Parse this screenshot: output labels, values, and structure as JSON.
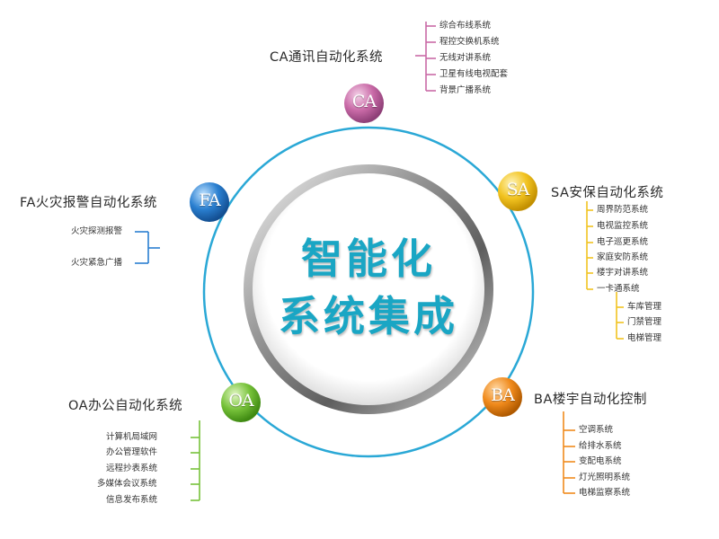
{
  "center": {
    "line1": "智能化",
    "line2": "系统集成"
  },
  "colors": {
    "ring": "#2aa8d6",
    "ca": "#c96aa7",
    "sa": "#f2c320",
    "fa": "#2a7fd0",
    "oa": "#77c23a",
    "ba": "#f08a1c",
    "text_center": "#1aa6c4"
  },
  "nodes": {
    "ca": {
      "badge": "CA",
      "title": "CA通讯自动化系统",
      "items": [
        "综合布线系统",
        "程控交换机系统",
        "无线对讲系统",
        "卫星有线电视配套",
        "背景广播系统"
      ]
    },
    "sa": {
      "badge": "SA",
      "title": "SA安保自动化系统",
      "items": [
        "周界防范系统",
        "电视监控系统",
        "电子巡更系统",
        "家庭安防系统",
        "楼宇对讲系统",
        "一卡通系统"
      ],
      "subitems": [
        "车库管理",
        "门禁管理",
        "电梯管理"
      ]
    },
    "fa": {
      "badge": "FA",
      "title": "FA火灾报警自动化系统",
      "items": [
        "火灾探测报警",
        "火灾紧急广播"
      ]
    },
    "oa": {
      "badge": "OA",
      "title": "OA办公自动化系统",
      "items": [
        "计算机局域网",
        "办公管理软件",
        "远程抄表系统",
        "多媒体会议系统",
        "信息发布系统"
      ]
    },
    "ba": {
      "badge": "BA",
      "title": "BA楼宇自动化控制",
      "items": [
        "空调系统",
        "给排水系统",
        "变配电系统",
        "灯光照明系统",
        "电梯监察系统"
      ]
    }
  }
}
